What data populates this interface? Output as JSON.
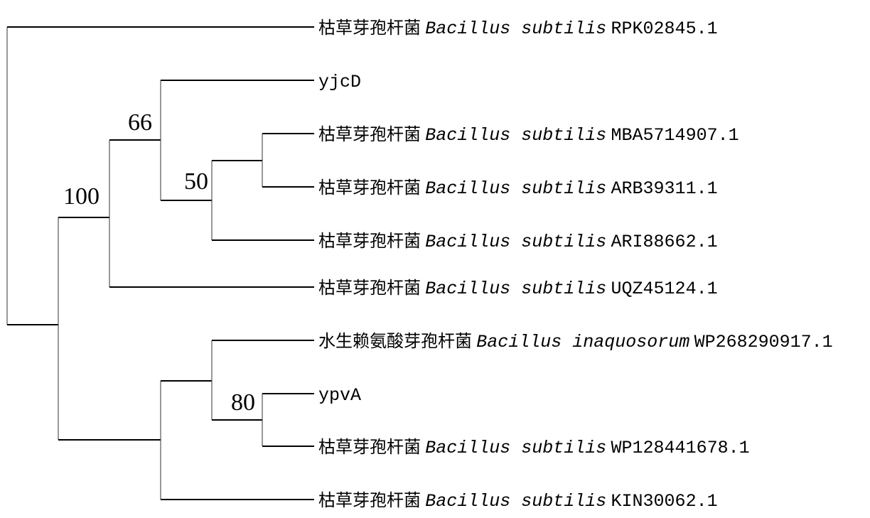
{
  "tree": {
    "leaves": [
      {
        "cn": "枯草芽孢杆菌",
        "species": "Bacillus subtilis",
        "accession": "RPK02845.1"
      },
      {
        "cn": "",
        "species": "",
        "accession": "yjcD"
      },
      {
        "cn": "枯草芽孢杆菌",
        "species": "Bacillus subtilis",
        "accession": "MBA5714907.1"
      },
      {
        "cn": "枯草芽孢杆菌",
        "species": "Bacillus subtilis",
        "accession": "ARB39311.1"
      },
      {
        "cn": "枯草芽孢杆菌",
        "species": "Bacillus subtilis",
        "accession": "ARI88662.1"
      },
      {
        "cn": "枯草芽孢杆菌",
        "species": "Bacillus subtilis",
        "accession": "UQZ45124.1"
      },
      {
        "cn": "水生赖氨酸芽孢杆菌",
        "species": "Bacillus inaquosorum",
        "accession": "WP268290917.1"
      },
      {
        "cn": "",
        "species": "",
        "accession": "ypvA"
      },
      {
        "cn": "枯草芽孢杆菌",
        "species": "Bacillus subtilis",
        "accession": "WP128441678.1"
      },
      {
        "cn": "枯草芽孢杆菌",
        "species": "Bacillus subtilis",
        "accession": "KIN30062.1"
      }
    ],
    "bootstrap": [
      "100",
      "66",
      "50",
      "80"
    ]
  }
}
